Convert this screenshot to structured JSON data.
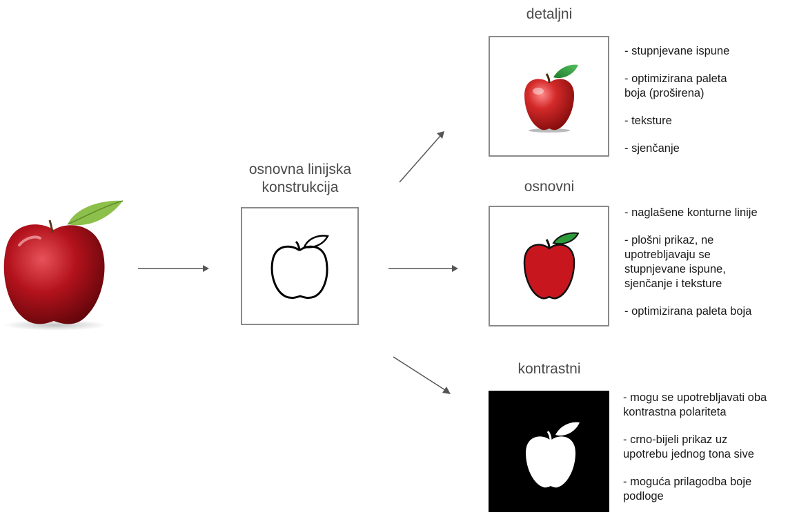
{
  "center": {
    "label": "osnovna linijska\nkonstrukcija"
  },
  "variants": [
    {
      "label": "detaljni",
      "notes": [
        "- stupnjevane ispune",
        "- optimizirana paleta\n  boja (proširena)",
        "- teksture",
        "- sjenčanje"
      ]
    },
    {
      "label": "osnovni",
      "notes": [
        "- naglašene konturne linije",
        "- plošni prikaz, ne\n  upotrebljavaju se\n  stupnjevane ispune,\n  sjenčanje i teksture",
        "- optimizirana paleta boja"
      ]
    },
    {
      "label": "kontrastni",
      "notes": [
        "- mogu se upotrebljavati oba\n  kontrastna polariteta",
        "- crno-bijeli prikaz uz\n  upotrebu jednog tona sive",
        "- moguća prilagodba boje\n  podloge"
      ]
    }
  ],
  "colors": {
    "apple_red": "#b5141c",
    "leaf_green": "#2e9b3a",
    "frame": "#8a8a8a",
    "arrow": "#555555"
  },
  "icons": [
    "apple-photo",
    "apple-outline-icon",
    "apple-detailed-icon",
    "apple-flat-icon",
    "apple-contrast-icon"
  ]
}
